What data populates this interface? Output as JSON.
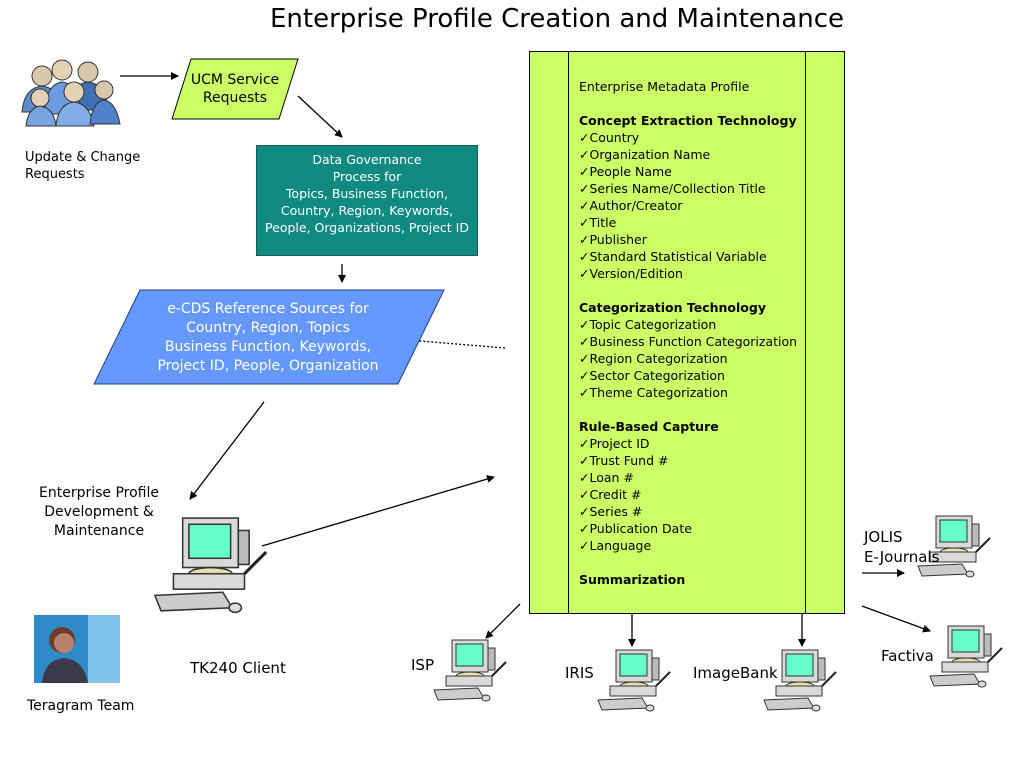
{
  "title": "Enterprise Profile Creation and Maintenance",
  "users_label": "Update & Change\nRequests",
  "ucm_box": "UCM Service\nRequests",
  "governance_box": [
    "Data Governance",
    "Process for",
    "Topics, Business Function,",
    "Country, Region, Keywords,",
    "People, Organizations, Project ID"
  ],
  "ecds_box": [
    "e-CDS Reference Sources for",
    "Country, Region, Topics",
    "Business Function,  Keywords,",
    "Project ID, People, Organization"
  ],
  "dev_label": [
    "Enterprise Profile",
    "Development &",
    "Maintenance"
  ],
  "tk240_label": "TK240 Client",
  "teragram_label": "Teragram Team",
  "metadata_profile": {
    "heading": "Enterprise Metadata Profile",
    "sections": [
      {
        "title": "Concept Extraction Technology",
        "items": [
          "Country",
          "Organization Name",
          "People Name",
          "Series Name/Collection Title",
          "Author/Creator",
          "Title",
          "Publisher",
          "Standard Statistical Variable",
          "Version/Edition"
        ]
      },
      {
        "title": "Categorization Technology",
        "items": [
          "Topic Categorization",
          "Business Function Categorization",
          "Region Categorization",
          "Sector Categorization",
          "Theme Categorization"
        ]
      },
      {
        "title": "Rule-Based Capture",
        "items": [
          "Project ID",
          "Trust Fund #",
          "Loan #",
          "Credit #",
          "Series #",
          "Publication Date",
          "Language"
        ]
      },
      {
        "title": "Summarization",
        "items": []
      }
    ]
  },
  "consumers": {
    "isp": "ISP",
    "iris": "IRIS",
    "imagebank": "ImageBank",
    "jolis": "JOLIS",
    "ejournals": "E-Journals",
    "factiva": "Factiva"
  },
  "colors": {
    "ucm_fill": "#ccff66",
    "governance_fill": "#0e8a80",
    "ecds_fill": "#6699ff",
    "panel_fill": "#ccff66"
  }
}
